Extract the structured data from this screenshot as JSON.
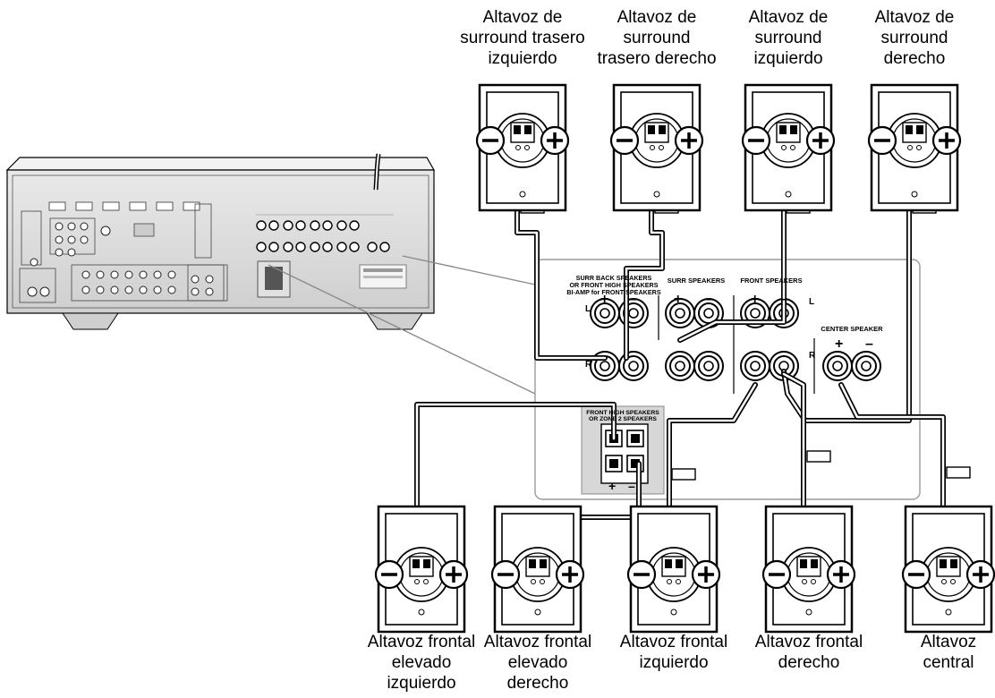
{
  "top_speakers": [
    {
      "id": "surround-back-left",
      "label": [
        "Altavoz de",
        "surround trasero",
        "izquierdo"
      ]
    },
    {
      "id": "surround-back-right",
      "label": [
        "Altavoz de",
        "surround",
        "trasero derecho"
      ]
    },
    {
      "id": "surround-left",
      "label": [
        "Altavoz de",
        "surround",
        "izquierdo"
      ]
    },
    {
      "id": "surround-right",
      "label": [
        "Altavoz de",
        "surround",
        "derecho"
      ]
    }
  ],
  "bottom_speakers": [
    {
      "id": "front-high-left",
      "label": [
        "Altavoz frontal",
        "elevado",
        "izquierdo"
      ]
    },
    {
      "id": "front-high-right",
      "label": [
        "Altavoz frontal",
        "elevado",
        "derecho"
      ]
    },
    {
      "id": "front-left",
      "label": [
        "Altavoz frontal",
        "izquierdo"
      ]
    },
    {
      "id": "front-right",
      "label": [
        "Altavoz frontal",
        "derecho"
      ]
    },
    {
      "id": "center",
      "label": [
        "Altavoz",
        "central"
      ]
    }
  ],
  "panel": {
    "surr_back_title": [
      "SURR BACK SPEAKERS",
      "OR FRONT HIGH SPEAKERS",
      "BI-AMP for FRONT SPEAKERS"
    ],
    "surr_title": "SURR SPEAKERS",
    "front_title": "FRONT SPEAKERS",
    "center_title": "CENTER SPEAKER",
    "front_high_title": [
      "FRONT HIGH SPEAKERS",
      "OR ZONE 2 SPEAKERS"
    ],
    "L": "L",
    "R": "R",
    "plus": "+",
    "minus": "–"
  },
  "colors": {
    "line": "#000000",
    "panel_border": "#9a9a9a",
    "box": "#d9d9d9"
  }
}
